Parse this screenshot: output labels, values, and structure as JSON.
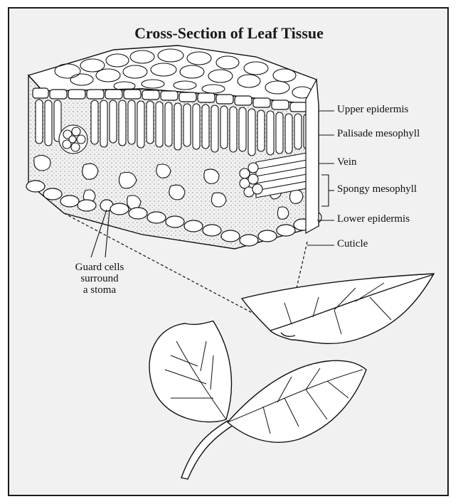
{
  "diagram": {
    "title": "Cross-Section of Leaf Tissue",
    "labels": {
      "upper_epidermis": "Upper epidermis",
      "palisade_mesophyll": "Palisade mesophyll",
      "vein": "Vein",
      "spongy_mesophyll": "Spongy mesophyll",
      "lower_epidermis": "Lower epidermis",
      "cuticle": "Cuticle"
    },
    "guard_cells": {
      "line1": "Guard cells",
      "line2": "surround",
      "line3": "a stoma"
    }
  }
}
